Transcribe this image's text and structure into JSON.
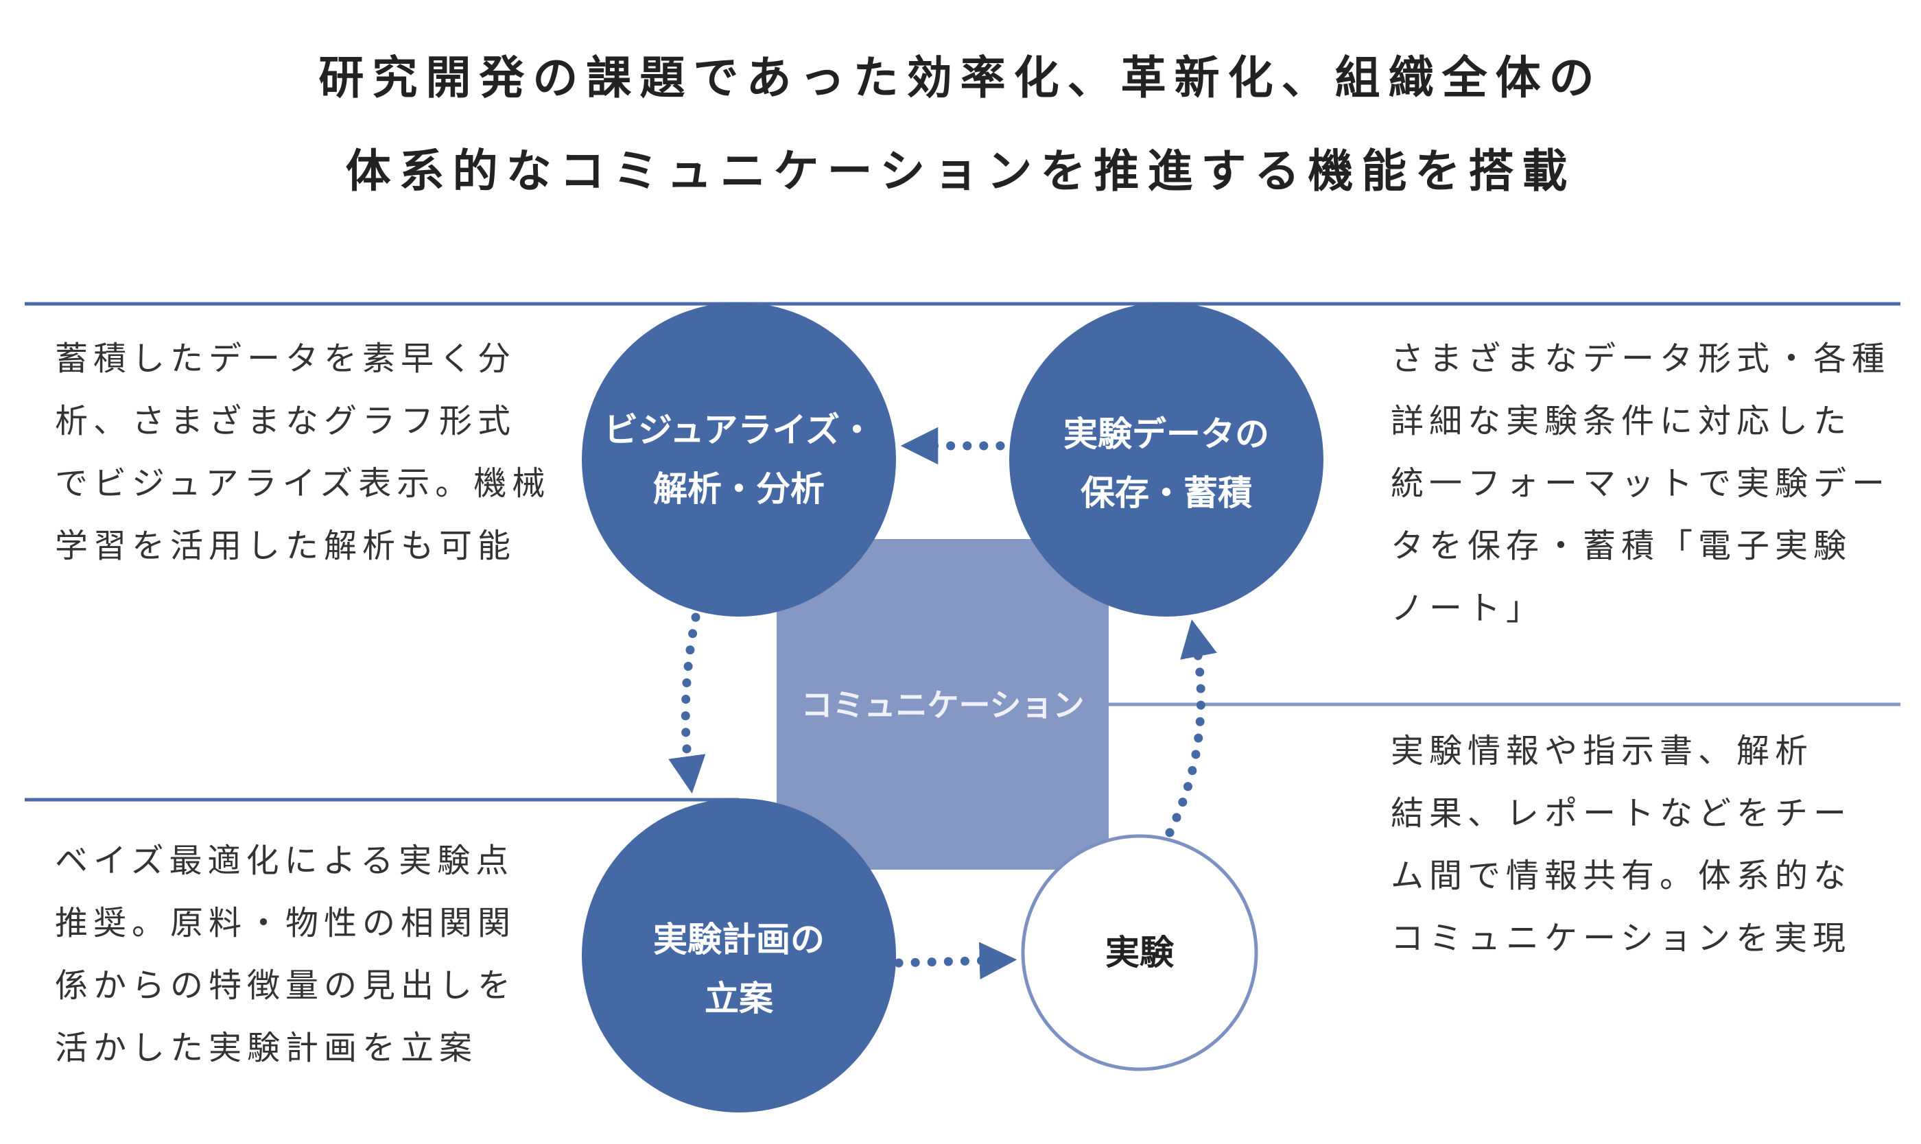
{
  "title": {
    "line1": "研究開発の課題であった効率化、革新化、組織全体の",
    "line2": "体系的なコミュニケーションを推進する機能を搭載"
  },
  "nodes": {
    "visualize": [
      "ビジュアライズ・",
      "解析・分析"
    ],
    "data_storage": [
      "実験データの",
      "保存・蓄積"
    ],
    "planning": [
      "実験計画の",
      "立案"
    ],
    "experiment": "実験",
    "communication": "コミュニケーション"
  },
  "descriptions": {
    "top_left": [
      "蓄積したデータを素早く分",
      "析、さまざまなグラフ形式",
      "でビジュアライズ表示。機械",
      "学習を活用した解析も可能"
    ],
    "top_right": [
      "さまざまなデータ形式・各種",
      "詳細な実験条件に対応した",
      "統一フォーマットで実験デー",
      "タを保存・蓄積「電子実験",
      "ノート」"
    ],
    "bottom_left": [
      "ベイズ最適化による実験点",
      "推奨。原料・物性の相関関",
      "係からの特徴量の見出しを",
      "活かした実験計画を立案"
    ],
    "bottom_right": [
      "実験情報や指示書、解析",
      "結果、レポートなどをチー",
      "ム間で情報共有。体系的な",
      "コミュニケーションを実現"
    ]
  },
  "colors": {
    "circle": "#4569a5",
    "square": "#8598c4",
    "line": "#4a6aa8",
    "experiment_stroke": "#7d90c4"
  }
}
